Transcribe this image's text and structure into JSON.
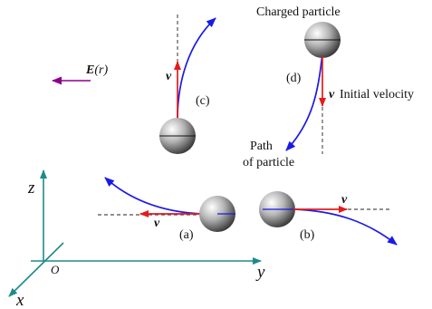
{
  "field": {
    "symbol": "E",
    "argument": "(r)"
  },
  "velocity_symbol": "v",
  "labels": {
    "charged_particle": "Charged particle",
    "initial_velocity": "Initial velocity",
    "path_line1": "Path",
    "path_line2": "of particle"
  },
  "cases": {
    "a": "(a)",
    "b": "(b)",
    "c": "(c)",
    "d": "(d)"
  },
  "axes": {
    "z": "z",
    "y": "y",
    "x": "x",
    "origin": "O"
  },
  "colors": {
    "field_arrow": "#8b008b",
    "velocity": "#e31b1b",
    "path": "#1a1ae6",
    "axes": "#1f8a8a",
    "reference_line": "#222222"
  }
}
